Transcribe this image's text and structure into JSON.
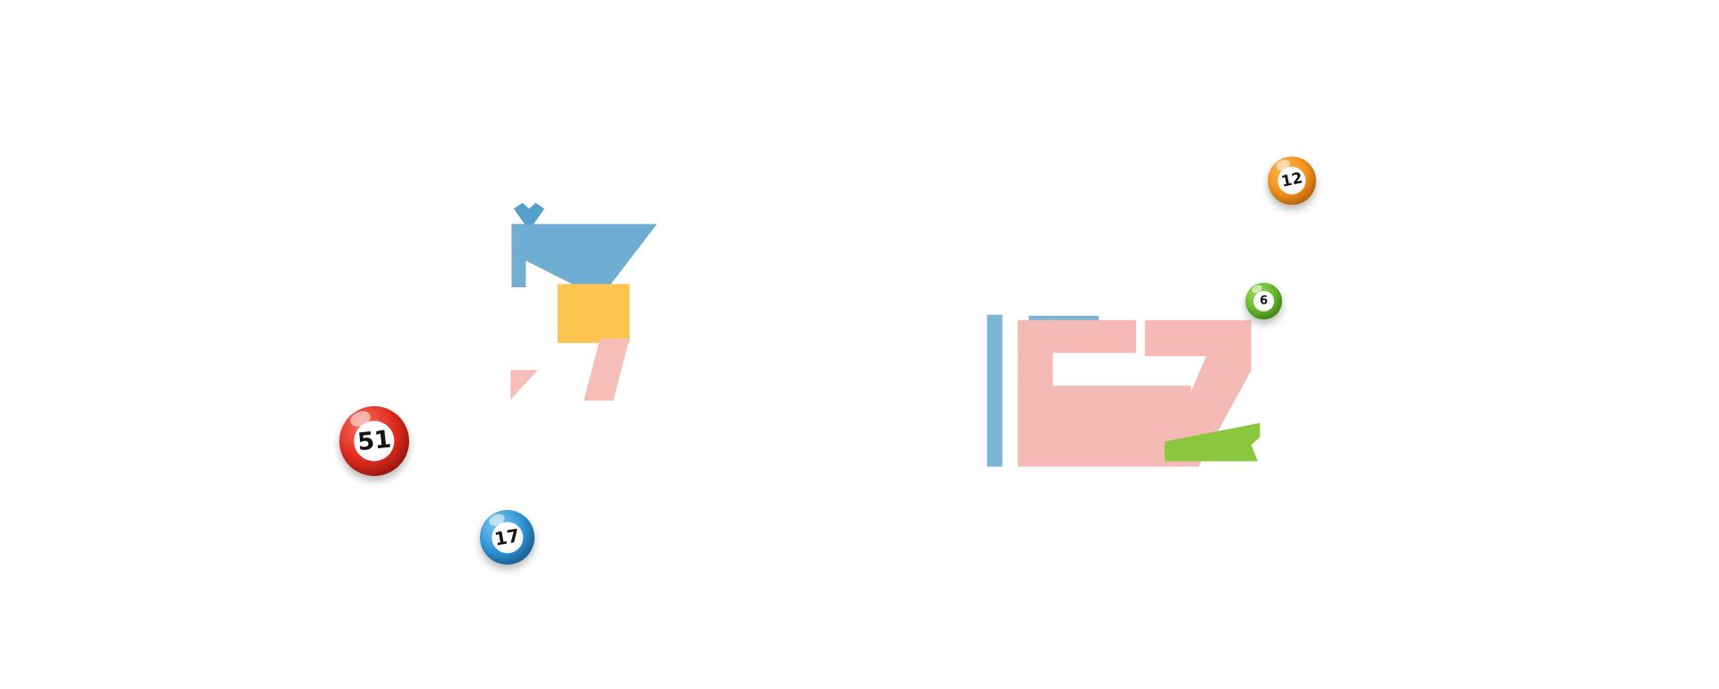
{
  "page": {
    "background_color": "#ffffff"
  },
  "balls": [
    {
      "id": "red",
      "number": "51",
      "main_color": "#e02b20"
    },
    {
      "id": "blue",
      "number": "17",
      "main_color": "#2f96d8"
    },
    {
      "id": "orange",
      "number": "12",
      "main_color": "#f7941e"
    },
    {
      "id": "green",
      "number": "6",
      "main_color": "#6abf2f"
    }
  ],
  "decor": {
    "bird": {
      "blue": "#6fadd2",
      "blue_dark": "#55a0c9",
      "yellow": "#fcc54f",
      "pink": "#f7bdb8"
    },
    "brand": {
      "blue": "#7cb5d6",
      "pink": "#f5bab6",
      "green": "#8bc63f"
    }
  }
}
